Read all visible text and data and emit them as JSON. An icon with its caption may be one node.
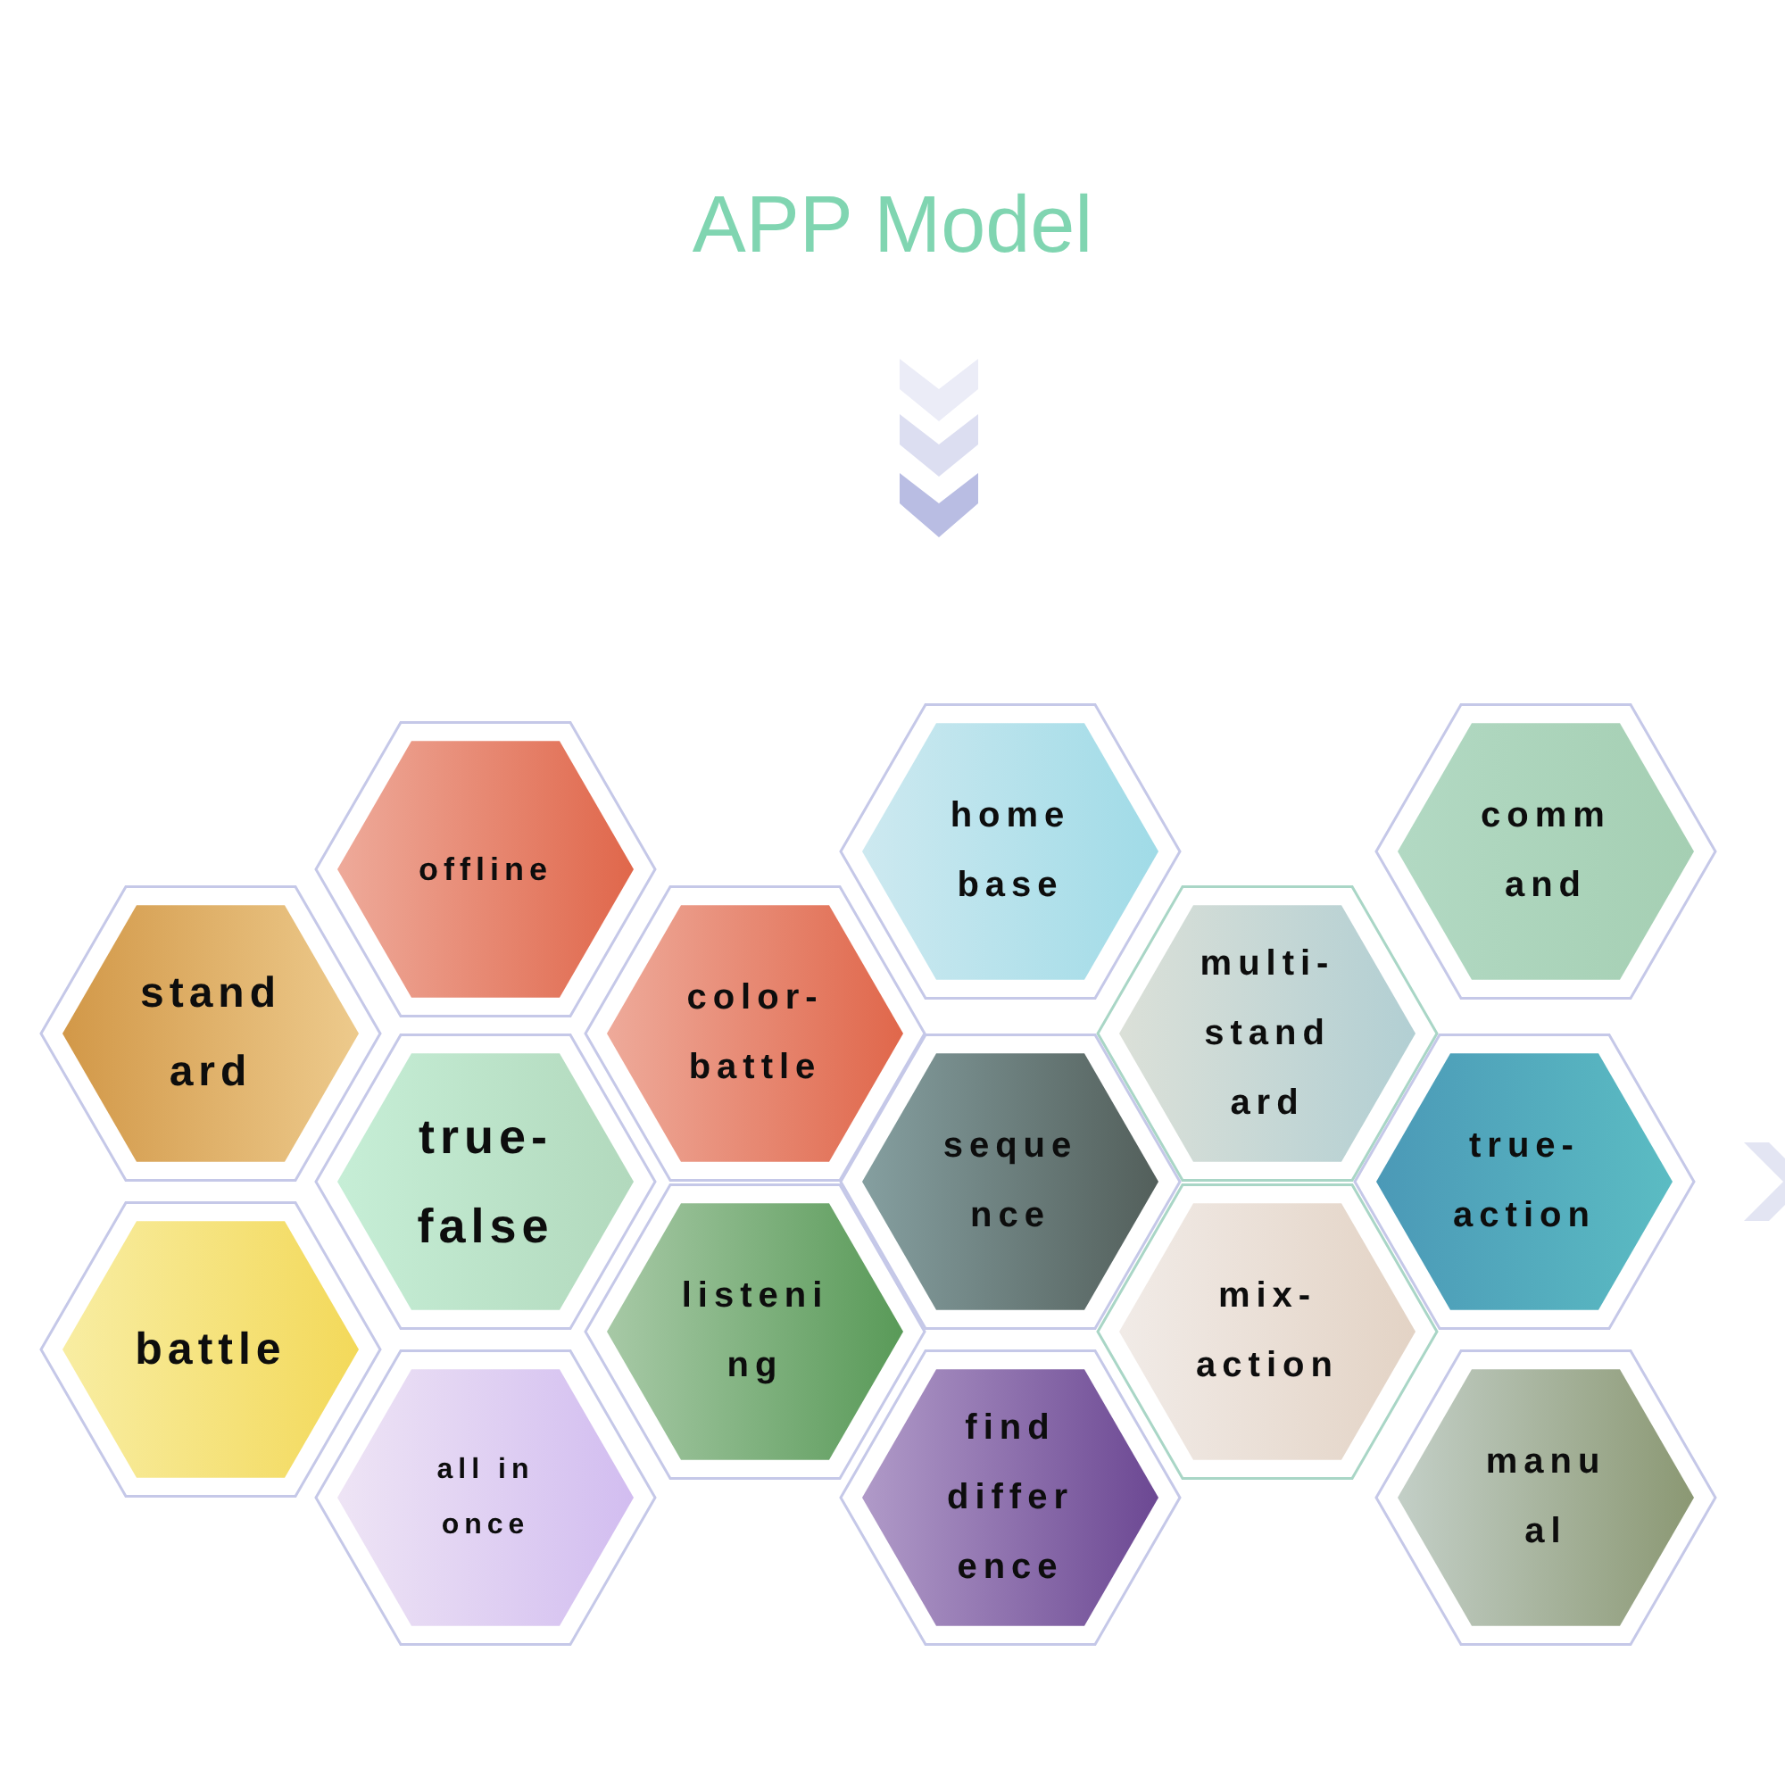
{
  "diagram": {
    "title": "APP Model",
    "nodes": [
      {
        "text": [
          "offline"
        ]
      },
      {
        "text": [
          "home base"
        ]
      },
      {
        "text": [
          "comm and"
        ]
      },
      {
        "text": [
          "stand ard"
        ]
      },
      {
        "text": [
          "color- battle"
        ]
      },
      {
        "text": [
          "multi- stand ard"
        ]
      },
      {
        "text": [
          "true- false"
        ]
      },
      {
        "text": [
          "seque nce"
        ]
      },
      {
        "text": [
          "true- action"
        ]
      },
      {
        "text": [
          "battle"
        ]
      },
      {
        "text": [
          "listeni ng"
        ]
      },
      {
        "text": [
          "mix- action"
        ]
      },
      {
        "text": [
          "all in once"
        ]
      },
      {
        "text": [
          "find differ ence"
        ]
      },
      {
        "text": [
          "manu al"
        ]
      }
    ]
  }
}
